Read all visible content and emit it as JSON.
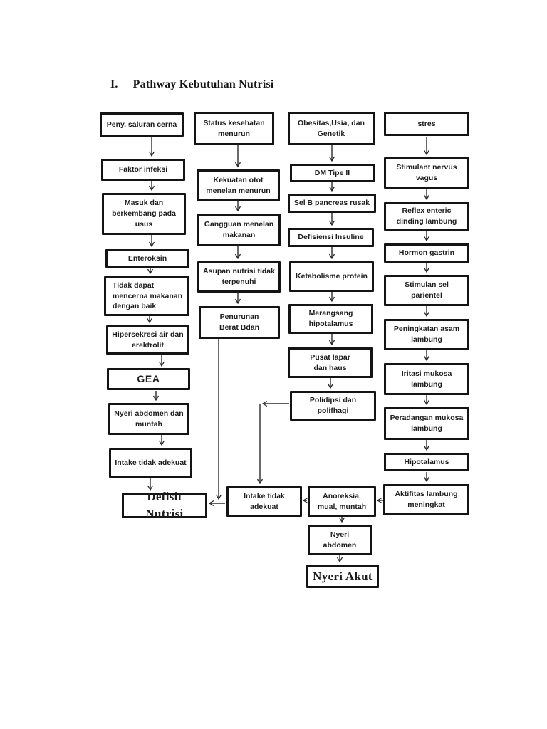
{
  "page": {
    "numeral": "I.",
    "title": "Pathway Kebutuhan Nutrisi"
  },
  "colors": {
    "ink": "#141414",
    "background": "#ffffff"
  },
  "flowchart": {
    "nodes": [
      {
        "label": "Peny. saluran cerna"
      },
      {
        "label": "Faktor infeksi"
      },
      {
        "label": "Masuk dan\nberkembang pada\nusus"
      },
      {
        "label": "Enteroksin"
      },
      {
        "label": "Tidak dapat\nmencerna makanan\ndengan baik"
      },
      {
        "label": "Hipersekresi air dan\nerektrolit"
      },
      {
        "label": "GEA"
      },
      {
        "label": "Nyeri abdomen dan\nmuntah"
      },
      {
        "label": "Intake tidak adekuat"
      },
      {
        "label": "Defisit Nutrisi"
      },
      {
        "label": "Status kesehatan\nmenurun"
      },
      {
        "label": "Kekuatan otot\nmenelan menurun"
      },
      {
        "label": "Gangguan menelan\nmakanan"
      },
      {
        "label": "Asupan nutrisi tidak\nterpenuhi"
      },
      {
        "label": "Penurunan\nBerat Bdan"
      },
      {
        "label": "Obesitas,Usia, dan\nGenetik"
      },
      {
        "label": "DM Tipe II"
      },
      {
        "label": "Sel B pancreas rusak"
      },
      {
        "label": "Defisiensi Insuline"
      },
      {
        "label": "Ketabolisme protein"
      },
      {
        "label": "Merangsang\nhipotalamus"
      },
      {
        "label": "Pusat lapar\ndan haus"
      },
      {
        "label": "Polidipsi dan\npolifhagi"
      },
      {
        "label": "Intake tidak\nadekuat"
      },
      {
        "label": "Anoreksia,\nmual, muntah"
      },
      {
        "label": "Nyeri\nabdomen"
      },
      {
        "label": "Nyeri Akut"
      },
      {
        "label": "stres"
      },
      {
        "label": "Stimulant nervus\nvagus"
      },
      {
        "label": "Reflex enteric\ndinding lambung"
      },
      {
        "label": "Hormon gastrin"
      },
      {
        "label": "Stimulan sel\nparientel"
      },
      {
        "label": "Peningkatan asam\nlambung"
      },
      {
        "label": "Iritasi mukosa\nlambung"
      },
      {
        "label": "Peradangan mukosa\nlambung"
      },
      {
        "label": "Hipotalamus"
      },
      {
        "label": "Aktifitas lambung\nmeningkat"
      }
    ]
  }
}
